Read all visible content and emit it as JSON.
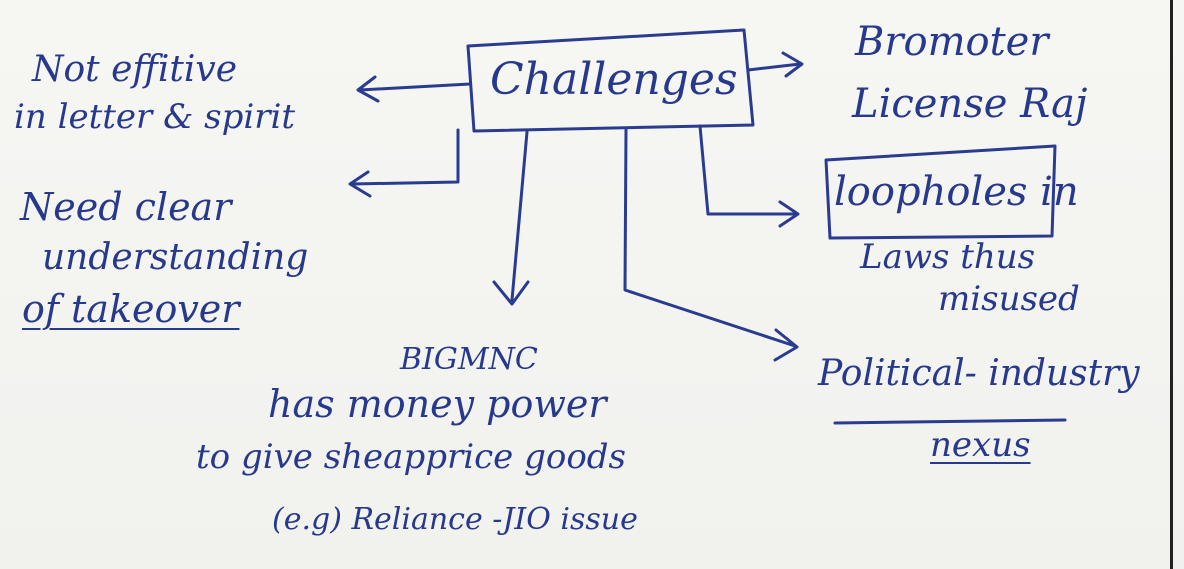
{
  "diagram": {
    "center": "Challenges",
    "nodes": [
      {
        "id": "not-effective",
        "lines": [
          "Not effitive",
          "in letter & spirit"
        ]
      },
      {
        "id": "need-clear",
        "lines": [
          "Need clear",
          "understanding",
          "of takeover"
        ]
      },
      {
        "id": "big-mnc",
        "lines": [
          "BIGMNC",
          "has money power",
          "to give sheapprice goods",
          "(e.g) Reliance -JIO issue"
        ]
      },
      {
        "id": "bromoter",
        "lines": [
          "Bromoter",
          "License Raj"
        ]
      },
      {
        "id": "loopholes",
        "lines": [
          "loopholes in",
          "Laws thus",
          "misused"
        ]
      },
      {
        "id": "political",
        "lines": [
          "Political- industry",
          "nexus"
        ]
      }
    ],
    "colors": {
      "ink": "#2a3c8f",
      "paper": "#f4f4f1",
      "margin_line": "#222222"
    }
  }
}
